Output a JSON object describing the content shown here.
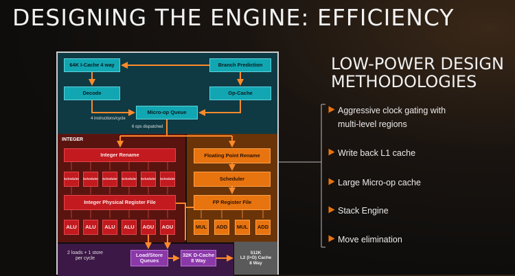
{
  "title": "DESIGNING THE ENGINE: EFFICIENCY",
  "right_title_line1": "LOW-POWER DESIGN",
  "right_title_line2": "METHODOLOGIES",
  "bullets": [
    {
      "line1": "Aggressive clock gating with",
      "line2": "multi-level regions"
    },
    {
      "line1": "Write back L1 cache",
      "line2": ""
    },
    {
      "line1": "Large Micro-op cache",
      "line2": ""
    },
    {
      "line1": "Stack Engine",
      "line2": ""
    },
    {
      "line1": "Move elimination",
      "line2": ""
    }
  ],
  "frontend": {
    "icache": "64K I-Cache 4 way",
    "branch": "Branch Prediction",
    "decode": "Decode",
    "opcache": "Op-Cache",
    "uopq": "Micro-op Queue",
    "instr_label": "4 instructions/cycle",
    "ops_label": "6 ops dispatched"
  },
  "integer": {
    "label": "INTEGER",
    "rename": "Integer Rename",
    "scheduler": "Scheduler",
    "regfile": "Integer Physical Register File",
    "units": [
      "ALU",
      "ALU",
      "ALU",
      "ALU",
      "AGU",
      "AGU"
    ]
  },
  "fp": {
    "rename": "Floating Point Rename",
    "scheduler": "Scheduler",
    "regfile": "FP Register File",
    "units": [
      "MUL",
      "ADD",
      "MUL",
      "ADD"
    ]
  },
  "memory": {
    "loads_line1": "2 loads + 1 store",
    "loads_line2": "per cycle",
    "lsq_line1": "Load/Store",
    "lsq_line2": "Queues",
    "dcache_line1": "32K D-Cache",
    "dcache_line2": "8 Way",
    "l2_line1": "512K",
    "l2_line2": "L2 (I+D) Cache",
    "l2_line3": "8 Way"
  }
}
